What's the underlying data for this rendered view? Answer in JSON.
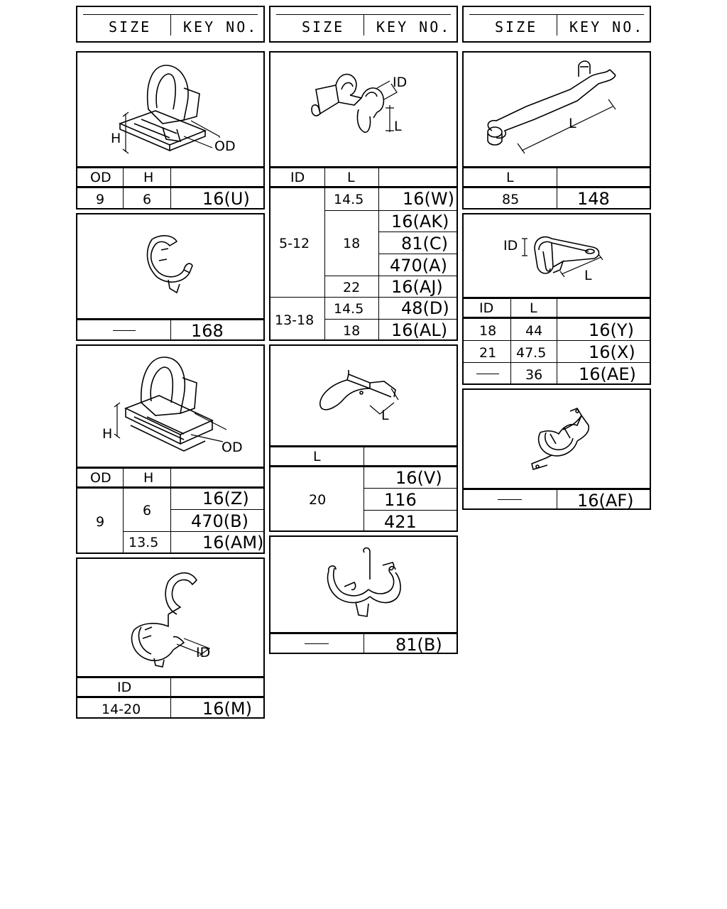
{
  "headers": [
    {
      "size": "SIZE",
      "key": "KEY NO."
    },
    {
      "size": "SIZE",
      "key": "KEY NO."
    },
    {
      "size": "SIZE",
      "key": "KEY NO."
    }
  ],
  "panels": {
    "clip_u": {
      "labels": {
        "h": "H",
        "od": "OD"
      },
      "cols": [
        "OD",
        "H",
        ""
      ],
      "row": {
        "od": "9",
        "h": "6",
        "key": "16(U)"
      }
    },
    "clamp_168": {
      "size": "—",
      "key": "168"
    },
    "clip_z": {
      "labels": {
        "h": "H",
        "od": "OD"
      },
      "cols": [
        "OD",
        "H",
        ""
      ],
      "od": "9",
      "h1": "6",
      "keys_h1": [
        "16(Z)",
        "470(B)"
      ],
      "h2": "13.5",
      "key_h2": "16(AM)"
    },
    "clamp_m": {
      "labels": {
        "id": "ID"
      },
      "cols": [
        "ID",
        ""
      ],
      "row": {
        "id": "14-20",
        "key": "16(M)"
      }
    },
    "clip_w": {
      "labels": {
        "id": "ID",
        "l": "L"
      },
      "cols": [
        "ID",
        "L",
        ""
      ],
      "groups": [
        {
          "id": "5-12",
          "rows": [
            {
              "l": "14.5",
              "keys": [
                "16(W)"
              ]
            },
            {
              "l": "18",
              "keys": [
                "16(AK)",
                "81(C)",
                "470(A)"
              ]
            },
            {
              "l": "22",
              "keys": [
                "16(AJ)"
              ]
            }
          ]
        },
        {
          "id": "13-18",
          "rows": [
            {
              "l": "14.5",
              "keys": [
                "48(D)"
              ]
            },
            {
              "l": "18",
              "keys": [
                "16(AL)"
              ]
            }
          ]
        }
      ]
    },
    "clip_v": {
      "labels": {
        "l": "L"
      },
      "cols": [
        "L",
        ""
      ],
      "l": "20",
      "keys": [
        "16(V)",
        "116",
        "421"
      ]
    },
    "clamp_81b": {
      "size": "—",
      "key": "81(B)"
    },
    "band_148": {
      "labels": {
        "l": "L"
      },
      "cols": [
        "L",
        ""
      ],
      "row": {
        "l": "85",
        "key": "148"
      }
    },
    "clip_y": {
      "labels": {
        "id": "ID",
        "l": "L"
      },
      "cols": [
        "ID",
        "L",
        ""
      ],
      "rows": [
        {
          "id": "18",
          "l": "44",
          "key": "16(Y)"
        },
        {
          "id": "21",
          "l": "47.5",
          "key": "16(X)"
        },
        {
          "id": "—",
          "l": "36",
          "key": "16(AE)"
        }
      ]
    },
    "clamp_af": {
      "size": "—",
      "key": "16(AF)"
    }
  }
}
